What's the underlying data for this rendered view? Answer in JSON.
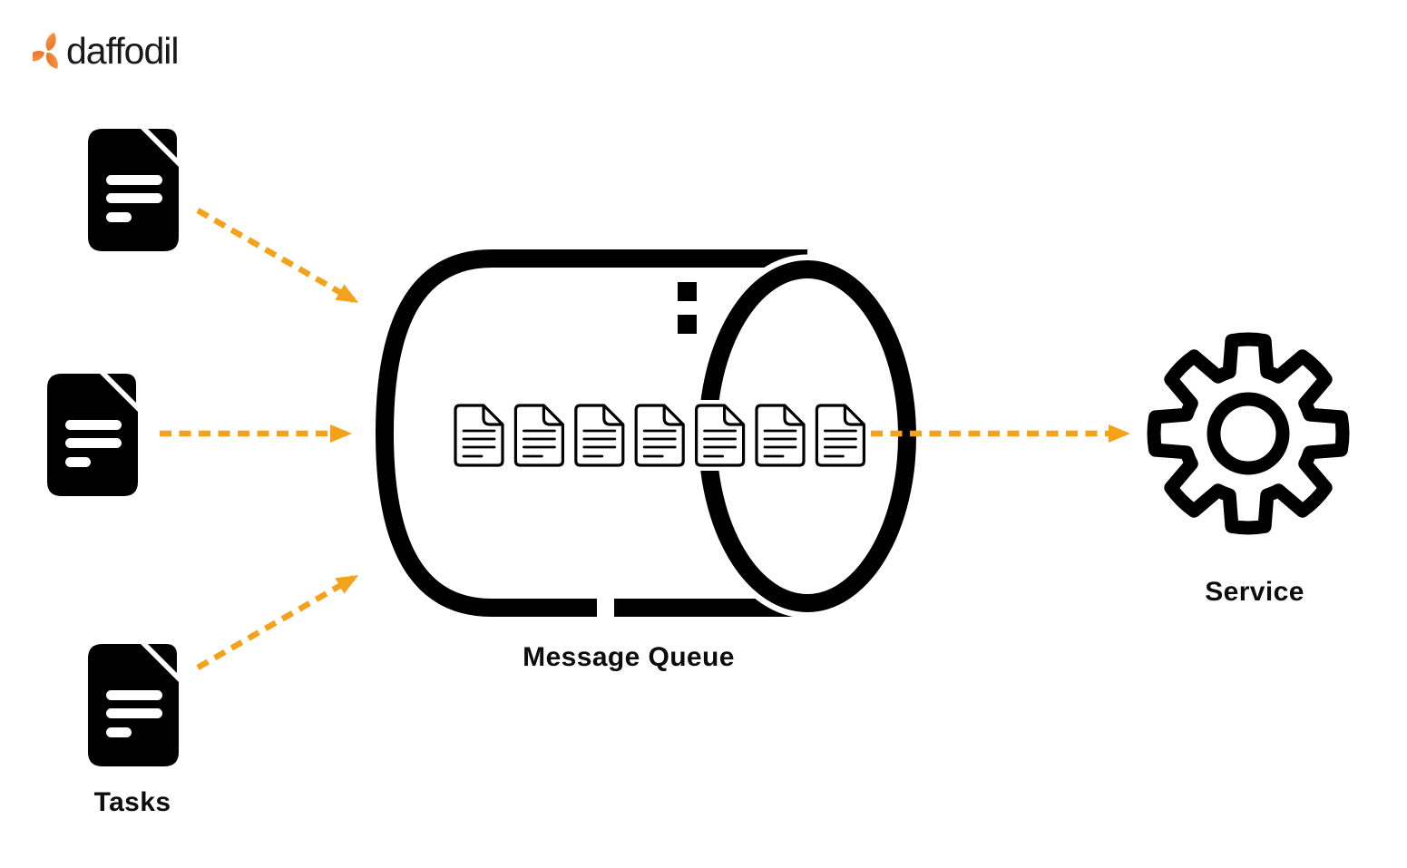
{
  "logo": {
    "text": "daffodil",
    "icon": "daffodil-flower-icon",
    "icon_color": "#EE7C2C",
    "text_color": "#191919"
  },
  "palette": {
    "arrow_orange": "#F5A21B",
    "ink": "#000000",
    "background": "#FFFFFF"
  },
  "producers": {
    "label": "Tasks",
    "document_count": 3,
    "icon": "task-document-icon"
  },
  "queue": {
    "label": "Message Queue",
    "item_count": 7,
    "item_icon": "message-document-icon",
    "more_indicator": "two-stacked-squares"
  },
  "consumer": {
    "label": "Service",
    "icon": "gear-icon"
  },
  "flows": [
    {
      "from": "task-document-1",
      "to": "message-queue",
      "style": "orange-dashed-arrow"
    },
    {
      "from": "task-document-2",
      "to": "message-queue",
      "style": "orange-dashed-arrow"
    },
    {
      "from": "task-document-3",
      "to": "message-queue",
      "style": "orange-dashed-arrow"
    },
    {
      "from": "message-queue",
      "to": "service",
      "style": "orange-dashed-arrow"
    }
  ]
}
